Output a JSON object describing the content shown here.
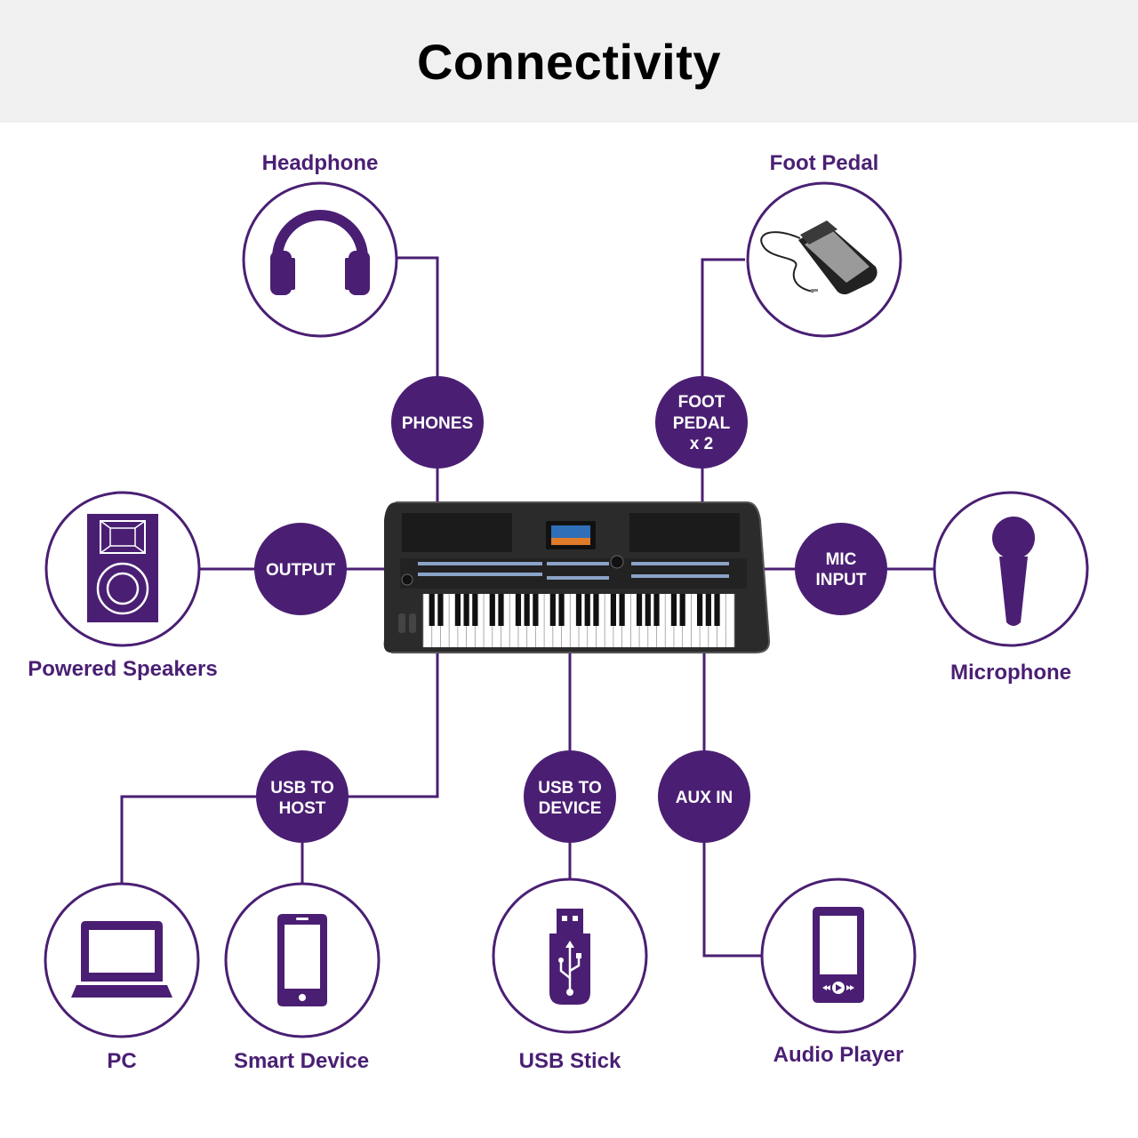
{
  "title": "Connectivity",
  "colors": {
    "purple": "#4a1f73",
    "ring": "#4a1f73",
    "header_bg": "#f0f0f0"
  },
  "devices": {
    "headphone": {
      "label": "Headphone",
      "icon": "headphones-icon"
    },
    "foot_pedal": {
      "label": "Foot Pedal",
      "icon": "sustain-pedal-icon"
    },
    "powered_speakers": {
      "label": "Powered Speakers",
      "icon": "speaker-icon"
    },
    "microphone": {
      "label": "Microphone",
      "icon": "microphone-icon"
    },
    "pc": {
      "label": "PC",
      "icon": "laptop-icon"
    },
    "smart_device": {
      "label": "Smart Device",
      "icon": "smartphone-icon"
    },
    "usb_stick": {
      "label": "USB Stick",
      "icon": "usb-stick-icon"
    },
    "audio_player": {
      "label": "Audio Player",
      "icon": "audio-player-icon"
    }
  },
  "ports": {
    "phones": {
      "lines": [
        "PHONES"
      ]
    },
    "foot_pedal": {
      "lines": [
        "FOOT",
        "PEDAL",
        "x 2"
      ]
    },
    "output": {
      "lines": [
        "OUTPUT"
      ]
    },
    "mic_input": {
      "lines": [
        "MIC",
        "INPUT"
      ]
    },
    "usb_to_host": {
      "lines": [
        "USB TO",
        "HOST"
      ]
    },
    "usb_to_device": {
      "lines": [
        "USB TO",
        "DEVICE"
      ]
    },
    "aux_in": {
      "lines": [
        "AUX IN"
      ]
    }
  },
  "keyboard": {
    "icon": "keyboard-icon"
  }
}
